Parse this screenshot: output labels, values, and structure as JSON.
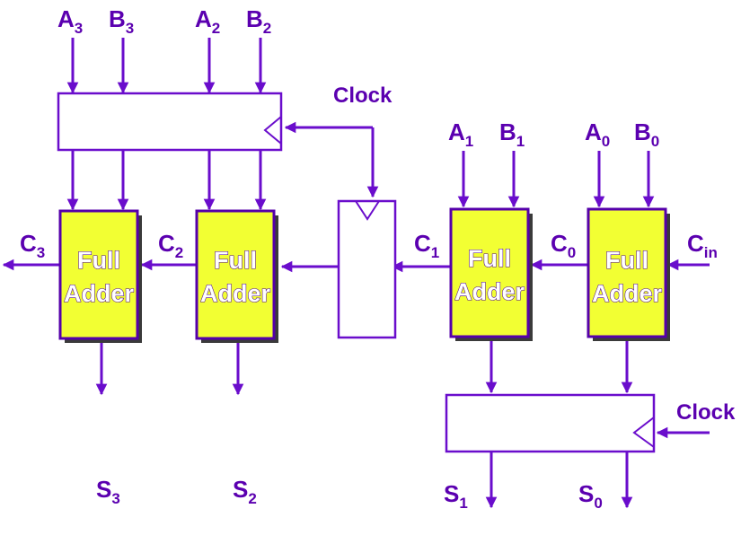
{
  "colors": {
    "wire": "#6a0dcc",
    "label": "#5b00b0",
    "adder_fill": "#f2ff33",
    "adder_border": "#5500aa",
    "adder_shadow": "#3a3a3a",
    "register_border": "#6a0dcc"
  },
  "inputs": {
    "a3": {
      "main": "A",
      "sub": "3"
    },
    "b3": {
      "main": "B",
      "sub": "3"
    },
    "a2": {
      "main": "A",
      "sub": "2"
    },
    "b2": {
      "main": "B",
      "sub": "2"
    },
    "a1": {
      "main": "A",
      "sub": "1"
    },
    "b1": {
      "main": "B",
      "sub": "1"
    },
    "a0": {
      "main": "A",
      "sub": "0"
    },
    "b0": {
      "main": "B",
      "sub": "0"
    }
  },
  "clocks": {
    "top": "Clock",
    "bottom": "Clock"
  },
  "carries": {
    "c3": {
      "main": "C",
      "sub": "3"
    },
    "c2": {
      "main": "C",
      "sub": "2"
    },
    "c1": {
      "main": "C",
      "sub": "1"
    },
    "c0": {
      "main": "C",
      "sub": "0"
    },
    "cin": {
      "main": "C",
      "sub": "in"
    }
  },
  "sums": {
    "s3": {
      "main": "S",
      "sub": "3"
    },
    "s2": {
      "main": "S",
      "sub": "2"
    },
    "s1": {
      "main": "S",
      "sub": "1"
    },
    "s0": {
      "main": "S",
      "sub": "0"
    }
  },
  "adders": [
    {
      "line1": "Full",
      "line2": "Adder"
    },
    {
      "line1": "Full",
      "line2": "Adder"
    },
    {
      "line1": "Full",
      "line2": "Adder"
    },
    {
      "line1": "Full",
      "line2": "Adder"
    }
  ]
}
